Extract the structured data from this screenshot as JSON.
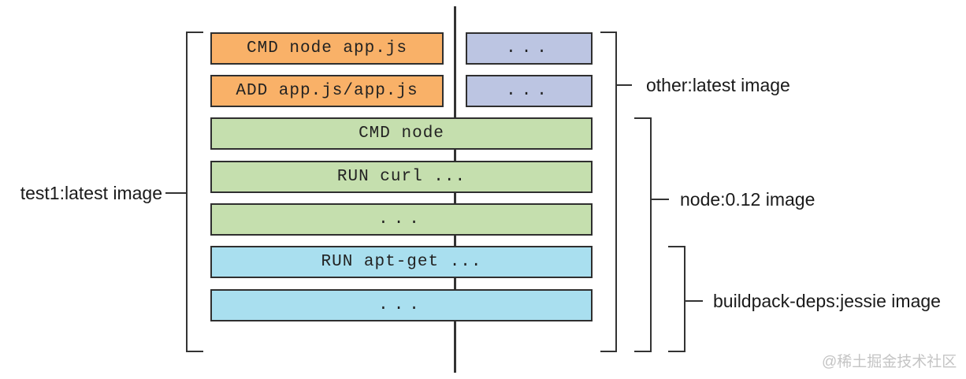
{
  "diagram": {
    "type": "docker-image-layer-diagram",
    "colors": {
      "test1_unique_layer": "#f9b168",
      "other_unique_layer": "#bcc5e2",
      "node_layer": "#c5dfae",
      "buildpack_layer": "#a9dfef",
      "line": "#333333",
      "watermark_text": "#c4c4c4"
    },
    "brackets": {
      "left_label": "test1:latest image",
      "other_label": "other:latest image",
      "node_label": "node:0.12 image",
      "buildpack_label": "buildpack-deps:jessie image"
    },
    "layers": {
      "test1_unique": [
        {
          "label": "CMD node app.js"
        },
        {
          "label": "ADD app.js/app.js"
        }
      ],
      "other_unique": [
        {
          "label": "..."
        },
        {
          "label": "..."
        }
      ],
      "node_shared": [
        {
          "label": "CMD node"
        },
        {
          "label": "RUN curl ..."
        },
        {
          "label": "..."
        }
      ],
      "buildpack_shared": [
        {
          "label": "RUN apt-get ..."
        },
        {
          "label": "..."
        }
      ]
    },
    "watermark": "@稀土掘金技术社区"
  }
}
